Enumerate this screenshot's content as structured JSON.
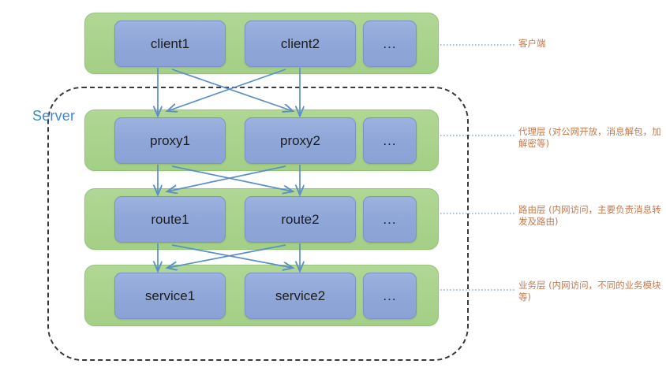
{
  "diagram": {
    "server_label": "Server",
    "layers": [
      {
        "id": "clients",
        "nodes": [
          "client1",
          "client2",
          "..."
        ],
        "annotation": "客户端"
      },
      {
        "id": "proxy",
        "nodes": [
          "proxy1",
          "proxy2",
          "..."
        ],
        "annotation": "代理层 (对公网开放，消息解包，加解密等)"
      },
      {
        "id": "route",
        "nodes": [
          "route1",
          "route2",
          "..."
        ],
        "annotation": "路由层 (内网访问，主要负责消息转发及路由)"
      },
      {
        "id": "service",
        "nodes": [
          "service1",
          "service2",
          "..."
        ],
        "annotation": "业务层 (内网访问，不同的业务模块等)"
      }
    ],
    "colors": {
      "band_green": "#a9d18e",
      "node_blue": "#8fa6d8",
      "arrow_blue": "#5b8fc9",
      "annotation_orange": "#c57a4d",
      "server_label_blue": "#3e87d3",
      "boundary_dash": "#3a3a3a",
      "leader_dot": "#7f9fc4"
    }
  }
}
